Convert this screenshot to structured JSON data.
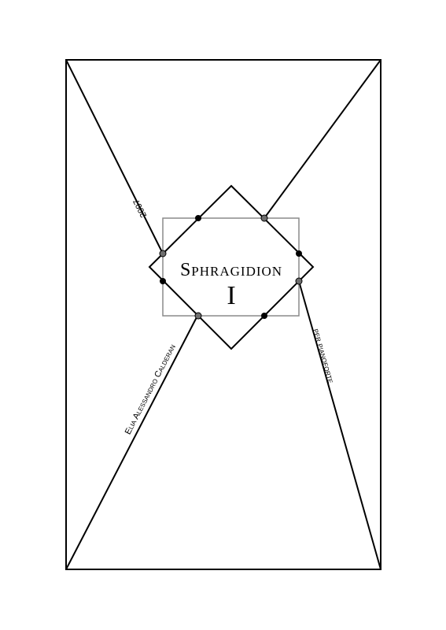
{
  "cover": {
    "title": "Sphragidion",
    "numeral": "I",
    "year": "2007",
    "composer": "Elia Alessandro Calderan",
    "instrument": "per pianoforte",
    "colors": {
      "ink": "#000000",
      "frame": "#000000",
      "inner_box": "#8a8a8a",
      "node_dark": "#000000",
      "node_gray": "#6e6e6e",
      "background": "#ffffff"
    }
  }
}
